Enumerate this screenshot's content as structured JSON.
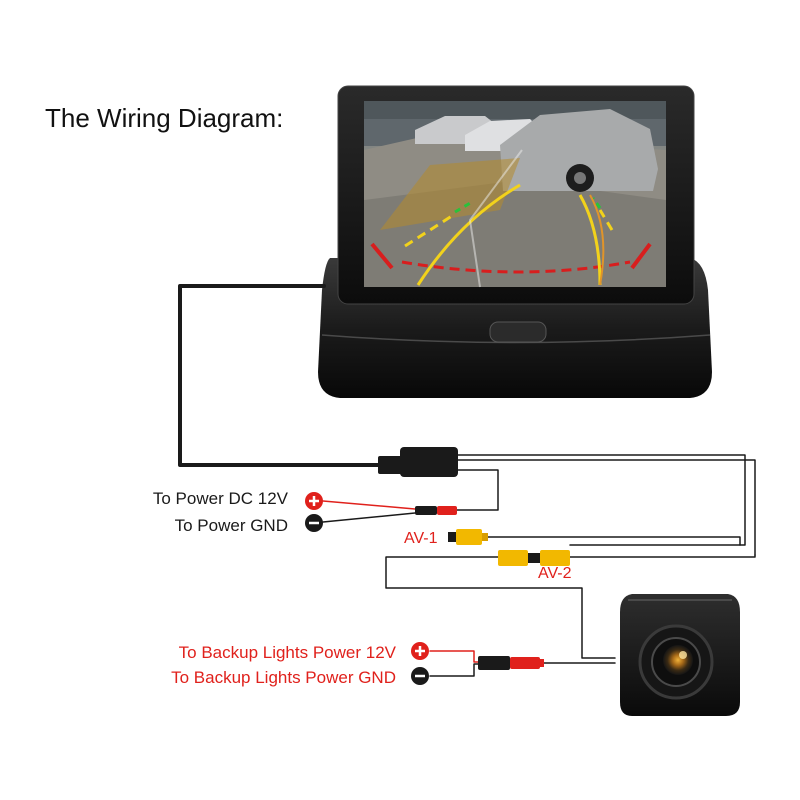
{
  "title": "The Wiring Diagram:",
  "labels": {
    "power_dc": "To Power DC 12V",
    "power_gnd": "To Power GND",
    "backup_power": "To Backup Lights Power 12V",
    "backup_gnd": "To Backup Lights Power GND",
    "av1": "AV-1",
    "av2": "AV-2"
  },
  "colors": {
    "wire": "#1a1a1a",
    "positive": "#e0211c",
    "av_connector": "#f2b800",
    "label_red": "#e0211c",
    "label_black": "#1a1a1a"
  }
}
